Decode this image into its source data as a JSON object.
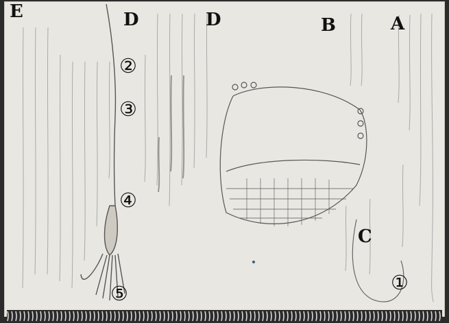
{
  "labels": {
    "E": "E",
    "D_left": "D",
    "D_right": "D",
    "B": "B",
    "A": "A",
    "C": "C"
  },
  "markers": {
    "m1": "①",
    "m2": "②",
    "m3": "③",
    "m4": "④",
    "m5": "⑤"
  },
  "colors": {
    "paper": "#e9e7e1",
    "pencil": "#6b6b6b",
    "ink": "#111111"
  }
}
